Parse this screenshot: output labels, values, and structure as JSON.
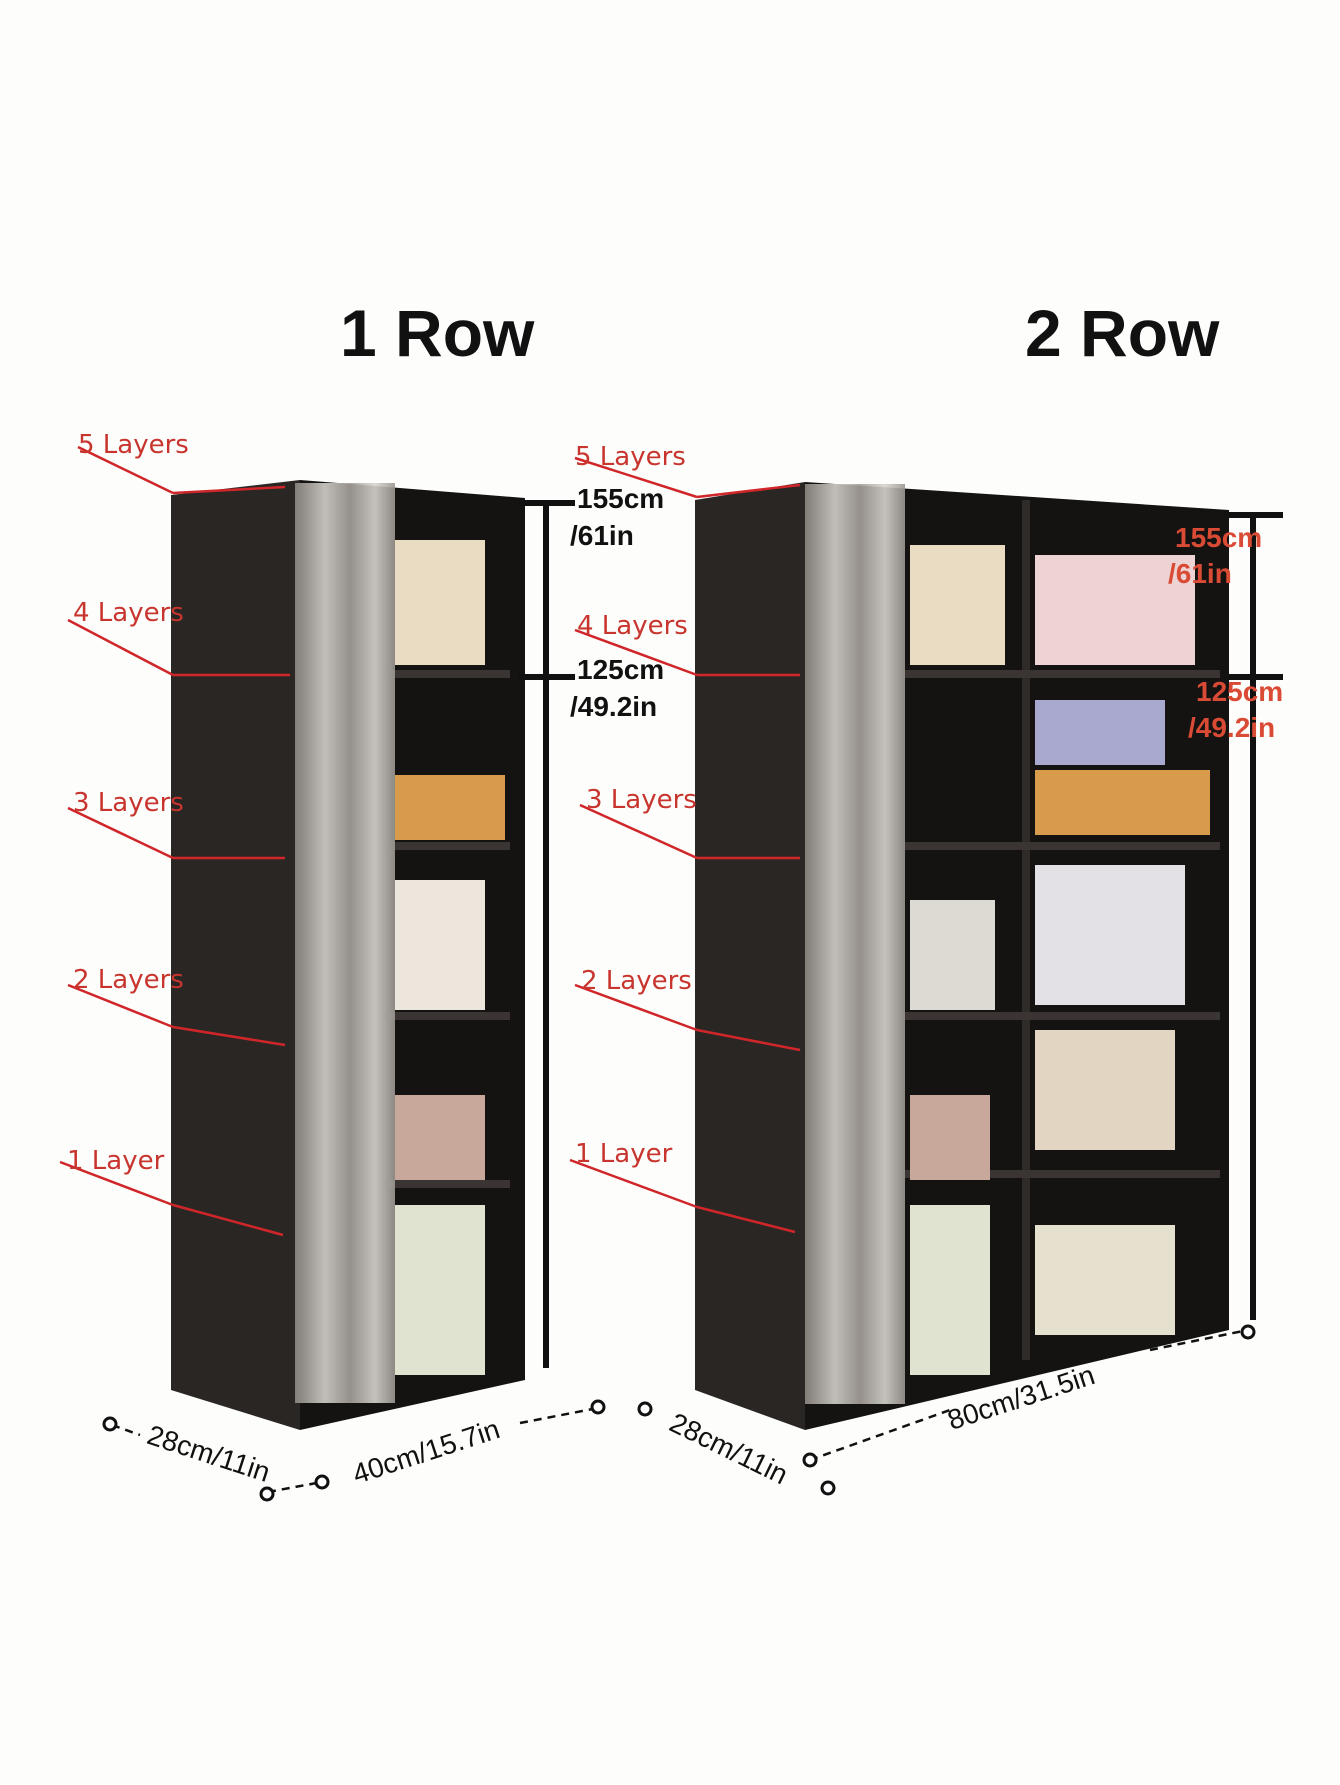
{
  "titles": {
    "one_row": "1 Row",
    "two_row": "2 Row"
  },
  "layers_one_row": [
    "5 Layers",
    "4 Layers",
    "3 Layers",
    "2 Layers",
    "1 Layer"
  ],
  "layers_two_row": [
    "5 Layers",
    "4 Layers",
    "3 Layers",
    "2 Layers",
    "1 Layer"
  ],
  "heights_one_row": {
    "tall_cm": "155cm",
    "tall_in": "/61in",
    "short_cm": "125cm",
    "short_in": "/49.2in"
  },
  "heights_two_row": {
    "tall_cm": "155cm",
    "tall_in": "/61in",
    "short_cm": "125cm",
    "short_in": "/49.2in"
  },
  "base_one_row": {
    "depth": "28cm/11in",
    "width": "40cm/15.7in"
  },
  "base_two_row": {
    "depth": "28cm/11in",
    "width": "80cm/31.5in"
  },
  "colors": {
    "annotation_red": "#c8352e",
    "cabinet": "#1f1c1a",
    "curtain": "#b9b4ae"
  }
}
